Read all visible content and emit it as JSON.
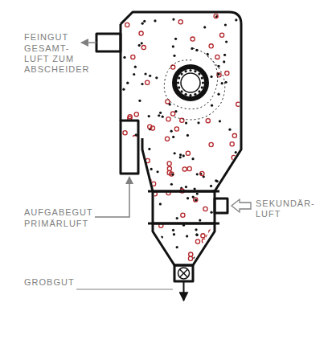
{
  "diagram": {
    "labels": [
      "FEINGUT",
      "GESAMT-LUFT ZUM ABSCHEIDER",
      "AUFGABEGUT",
      "PRIMÄRLUFT",
      "SEKUNDÄR-LUFT",
      "GROBGUT"
    ]
  }
}
